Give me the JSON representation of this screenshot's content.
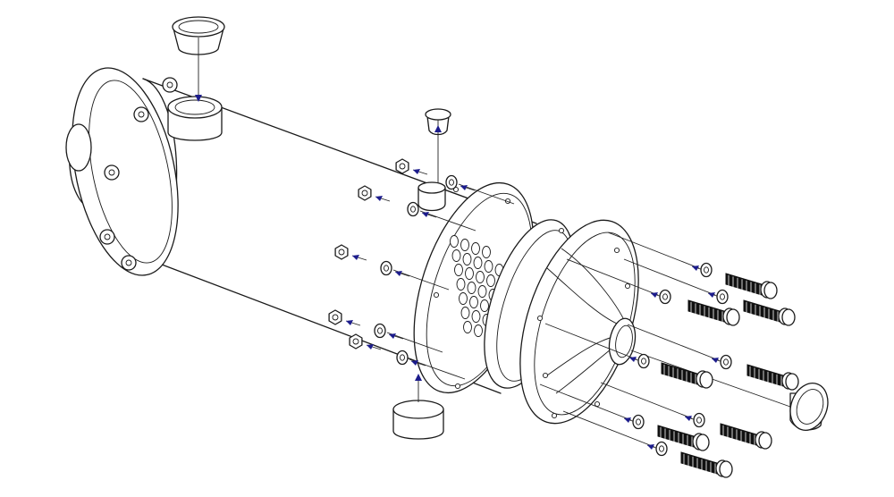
{
  "diagram": {
    "view": "exploded-isometric",
    "line_color": "#1a1a1a",
    "arrow_color": "#1c1c8c",
    "background": "#ffffff",
    "parts": [
      "shell-body",
      "shell-flange",
      "inlet-nozzle",
      "inlet-cap",
      "vent-fitting",
      "vent-plug",
      "drain-cap",
      "tube-sheet",
      "gasket",
      "bonnet",
      "bonnet-nozzle-cap",
      "nuts",
      "washers",
      "bolts"
    ]
  }
}
